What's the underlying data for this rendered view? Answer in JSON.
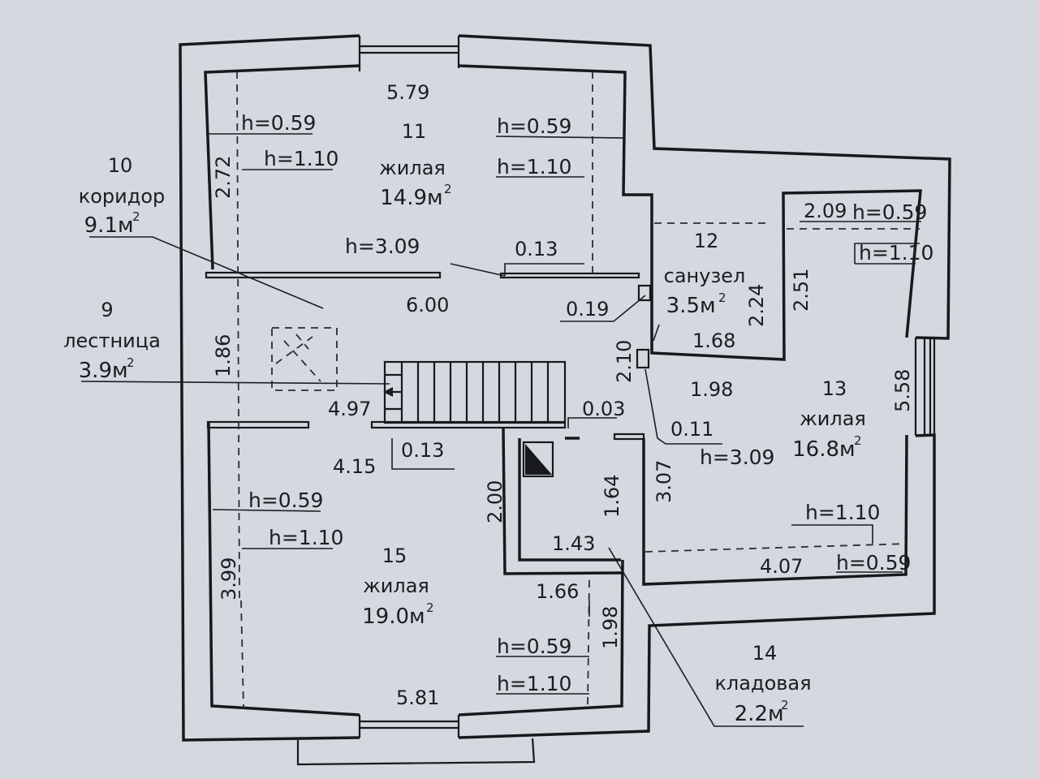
{
  "area_unit": "м",
  "area_unit_exp": "2",
  "rooms": [
    {
      "id": "r11",
      "number": "11",
      "name": "жилая",
      "area": "14.9"
    },
    {
      "id": "r10",
      "number": "10",
      "name": "коридор",
      "area": "9.1"
    },
    {
      "id": "r9",
      "number": "9",
      "name": "лестница",
      "area": "3.9"
    },
    {
      "id": "r12",
      "number": "12",
      "name": "санузел",
      "area": "3.5"
    },
    {
      "id": "r13",
      "number": "13",
      "name": "жилая",
      "area": "16.8"
    },
    {
      "id": "r15",
      "number": "15",
      "name": "жилая",
      "area": "19.0"
    },
    {
      "id": "r14",
      "number": "14",
      "name": "кладовая",
      "area": "2.2"
    }
  ],
  "dimensions": [
    "5.79",
    "2.72",
    "0.13",
    "6.00",
    "0.19",
    "1.86",
    "4.97",
    "0.03",
    "2.10",
    "2.24",
    "1.68",
    "2.51",
    "2.09",
    "1.98",
    "0.11",
    "5.58",
    "4.15",
    "0.13",
    "2.00",
    "1.64",
    "3.07",
    "1.43",
    "1.66",
    "3.99",
    "1.98",
    "5.81",
    "4.07"
  ],
  "heights": [
    "h=0.59",
    "h=1.10",
    "h=0.59",
    "h=1.10",
    "h=3.09",
    "h=0.59",
    "h=1.10",
    "h=3.09",
    "h=0.59",
    "h=1.10",
    "h=0.59",
    "h=1.10",
    "h=1.10",
    "h=0.59"
  ]
}
